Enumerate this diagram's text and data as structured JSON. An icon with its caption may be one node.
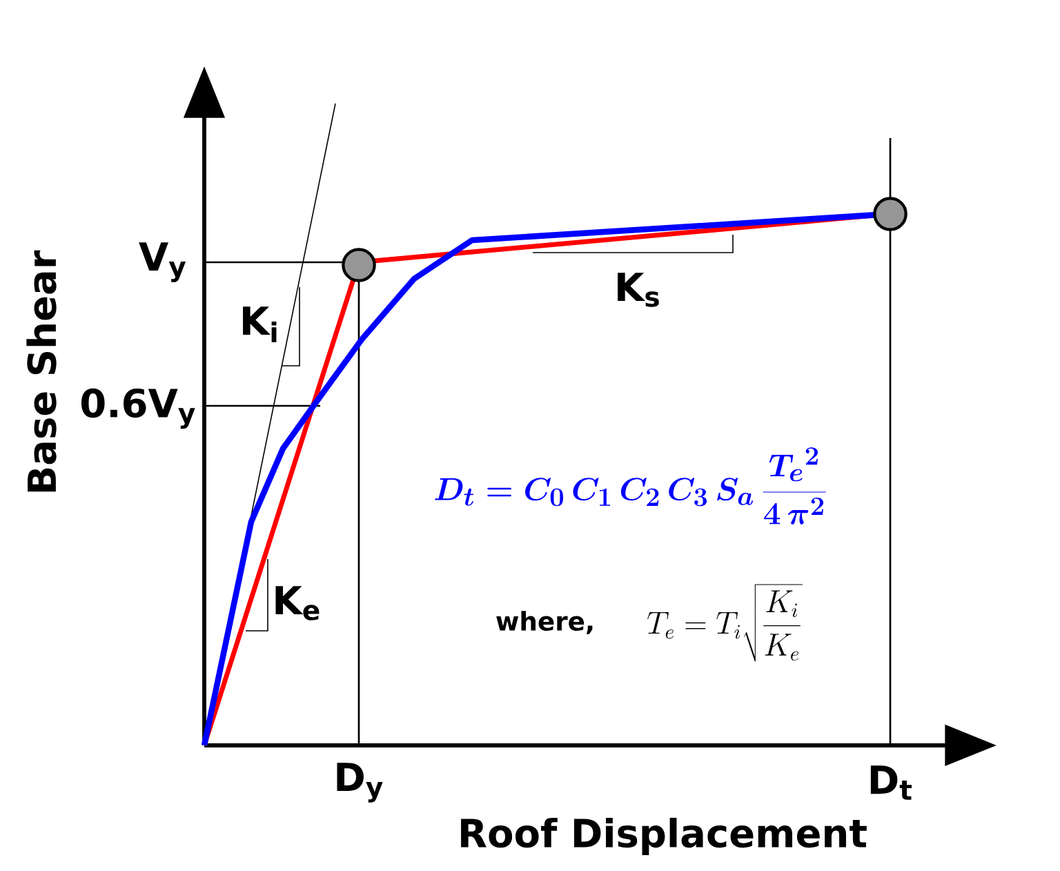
{
  "diagram": {
    "labels": [
      "Base Shear",
      "V$_{y}$",
      "0.6V$_{y}$",
      "K$_{i}$",
      "K$_{s}$",
      "K$_{e}$",
      "D_t = C_0\\,C_1\\,C_2\\,C_3\\,S_a\\,\\frac{{T_e}^2}{4\\,\\pi^2}",
      "where,",
      "T_e = T_i\\sqrt{\\frac{K_i}{K_e}}",
      "D$_{y}$",
      "D$_{t}$",
      "Roof Displacement"
    ]
  }
}
